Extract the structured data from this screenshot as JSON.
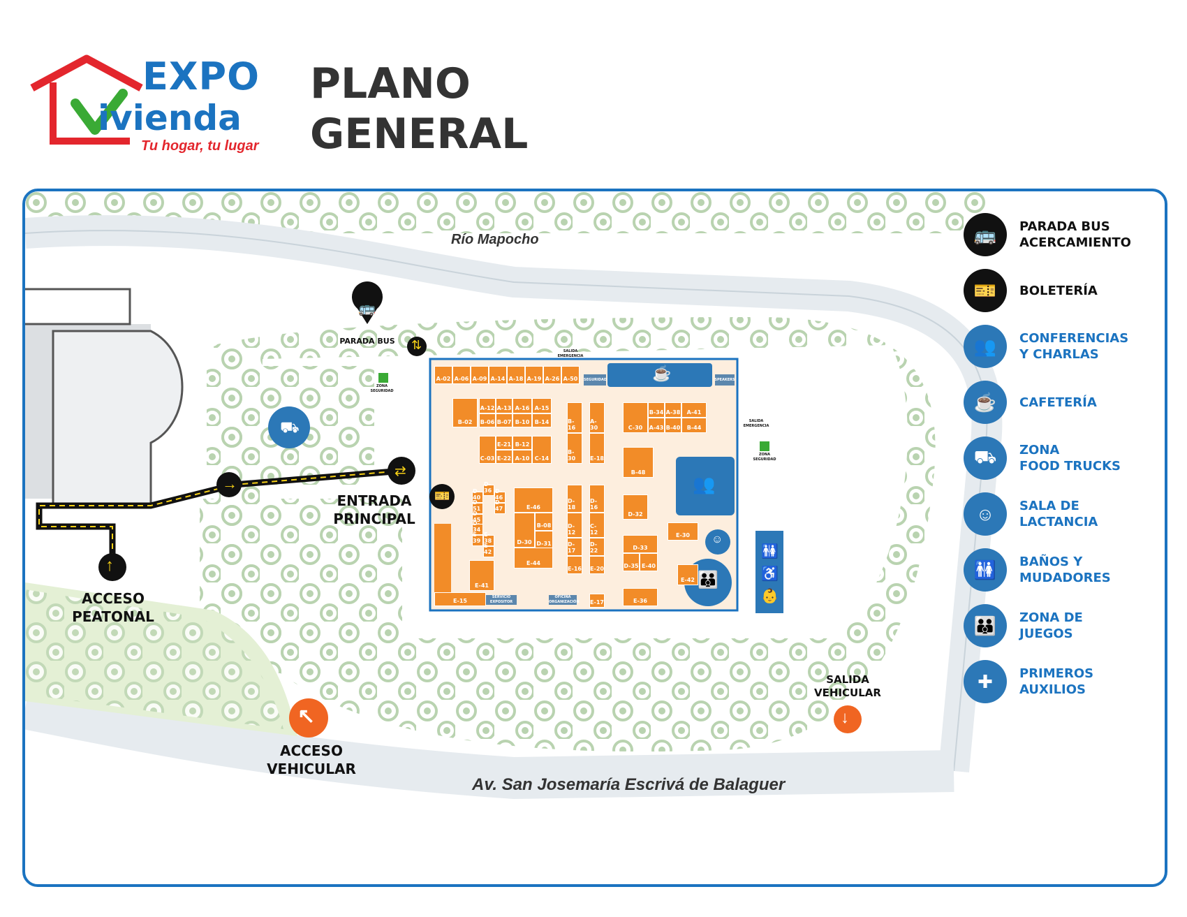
{
  "logo": {
    "word1": "EXPO",
    "word2": "ivienda",
    "tagline": "Tu hogar, tu lugar"
  },
  "title": {
    "line1": "PLANO",
    "line2": "GENERAL"
  },
  "map": {
    "river": "Río Mapocho",
    "avenue": "Av. San Josemaría Escrivá de Balaguer",
    "bus_stop": "PARADA BUS",
    "main_entrance_line1": "ENTRADA",
    "main_entrance_line2": "PRINCIPAL",
    "pedestrian_line1": "ACCESO",
    "pedestrian_line2": "PEATONAL",
    "vehicle_in_line1": "ACCESO",
    "vehicle_in_line2": "VEHICULAR",
    "vehicle_out_line1": "SALIDA",
    "vehicle_out_line2": "VEHICULAR",
    "security_zone": "ZONA SEGURIDAD",
    "emergency_exit": "SALIDA EMERGENCIA",
    "service_exhibitor": "SERVICIO EXPOSITOR",
    "organization_office": "OFICINA ORGANIZACIÓN",
    "security": "SEGURIDAD",
    "speakers": "SPEAKERS"
  },
  "stands": [
    "A-02",
    "A-06",
    "A-09",
    "A-14",
    "A-18",
    "A-19",
    "A-26",
    "A-50",
    "B-02",
    "A-12",
    "A-13",
    "A-16",
    "A-15",
    "B-06",
    "B-07",
    "B-10",
    "B-14",
    "E-21",
    "B-12",
    "C-03",
    "C-14",
    "E-22",
    "A-10",
    "B-16",
    "A-30",
    "B-30",
    "E-18",
    "C-30",
    "B-34",
    "A-38",
    "A-41",
    "A-43",
    "B-40",
    "B-44",
    "B-48",
    "D-36",
    "D-40",
    "D-46",
    "D-51",
    "D-47",
    "D-45",
    "E-46",
    "B-08",
    "D-18",
    "D-16",
    "D-30",
    "D-12",
    "C-12",
    "D-31",
    "D-17",
    "D-22",
    "D-32",
    "D-34",
    "E-39",
    "E-38",
    "E-42",
    "E-44",
    "E-16",
    "E-20",
    "E-30",
    "D-33",
    "D-35",
    "E-40",
    "E-41",
    "E-42",
    "E-15",
    "E-17",
    "E-36",
    "D-38"
  ],
  "legend": [
    {
      "icon": "bus-icon",
      "line1": "PARADA BUS",
      "line2": "ACERCAMIENTO",
      "color": "#111111"
    },
    {
      "icon": "ticket-icon",
      "line1": "BOLETERÍA",
      "line2": "",
      "color": "#111111"
    },
    {
      "icon": "people-icon",
      "line1": "CONFERENCIAS",
      "line2": "Y CHARLAS",
      "color": "#1b73c0"
    },
    {
      "icon": "coffee-icon",
      "line1": "CAFETERÍA",
      "line2": "",
      "color": "#1b73c0"
    },
    {
      "icon": "food-truck-icon",
      "line1": "ZONA",
      "line2": "FOOD TRUCKS",
      "color": "#1b73c0"
    },
    {
      "icon": "baby-icon",
      "line1": "SALA DE",
      "line2": "LACTANCIA",
      "color": "#1b73c0"
    },
    {
      "icon": "restroom-icon",
      "line1": "BAÑOS Y",
      "line2": "MUDADORES",
      "color": "#1b73c0"
    },
    {
      "icon": "playground-icon",
      "line1": "ZONA DE",
      "line2": "JUEGOS",
      "color": "#1b73c0"
    },
    {
      "icon": "first-aid-icon",
      "line1": "PRIMEROS",
      "line2": "AUXILIOS",
      "color": "#1b73c0"
    }
  ],
  "colors": {
    "brand_blue": "#1b73c0",
    "brand_red": "#e3262d",
    "brand_green": "#3aaa35",
    "stand_orange": "#f28c28",
    "tree_green": "#b9d3b0",
    "hall_bg": "#fdeede"
  }
}
